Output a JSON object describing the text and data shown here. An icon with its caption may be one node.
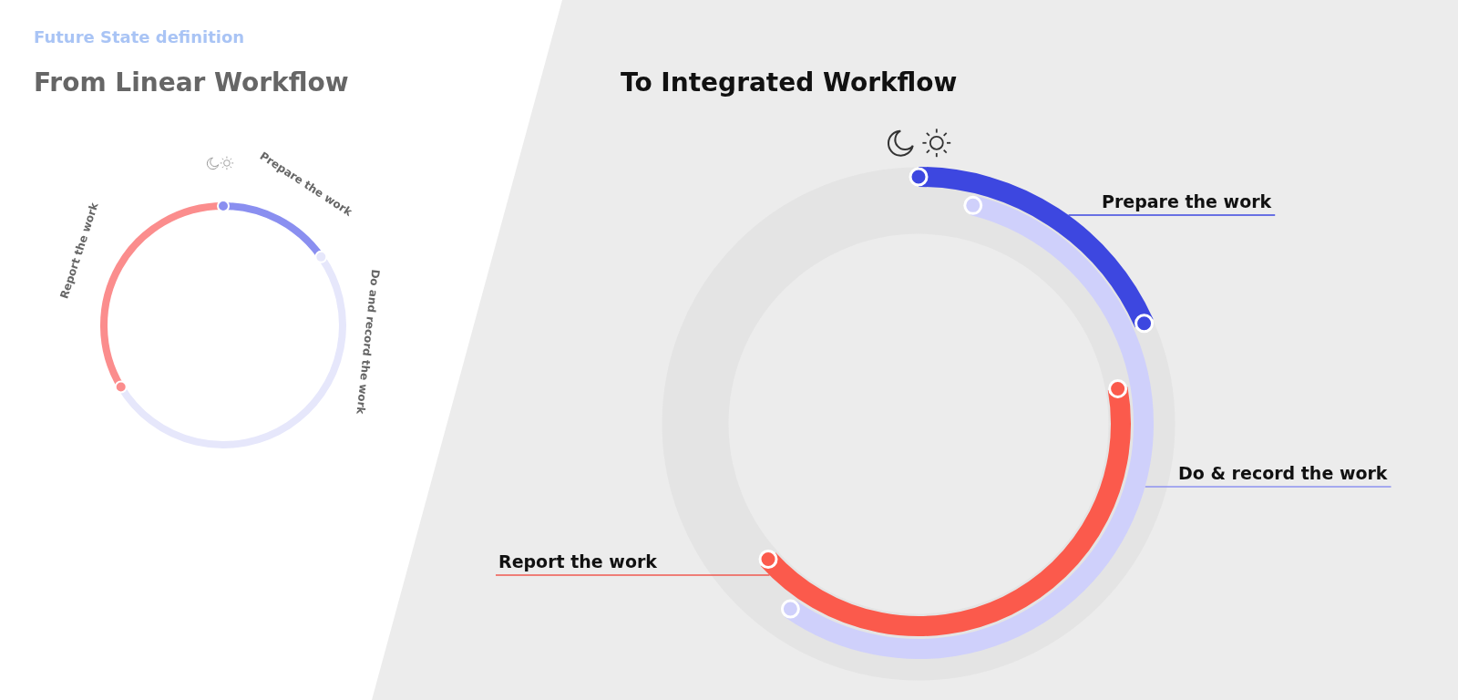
{
  "diagram": {
    "nodes": [
      {
        "text": [
          "Prepare the work"
        ]
      },
      {
        "text": [],
        "shape": "arc"
      },
      {
        "text": [
          "Do & record the work"
        ]
      },
      {
        "text": [],
        "shape": "arc"
      },
      {
        "text": [
          "Report the work"
        ]
      },
      {
        "text": [],
        "shape": "arc"
      }
    ],
    "edges": [
      {
        "from": 0,
        "to": 1,
        "arrow": "none",
        "color": "#3d47e0"
      },
      {
        "from": 2,
        "to": 3,
        "arrow": "none",
        "color": "#8e93f0"
      },
      {
        "from": 4,
        "to": 5,
        "arrow": "none",
        "color": "#f05a50"
      }
    ],
    "labels": [
      "Future State definition",
      "From Linear Workflow",
      "Prepare the work",
      "Report the work",
      "Do and record the work",
      "To Integrated Workflow"
    ]
  }
}
